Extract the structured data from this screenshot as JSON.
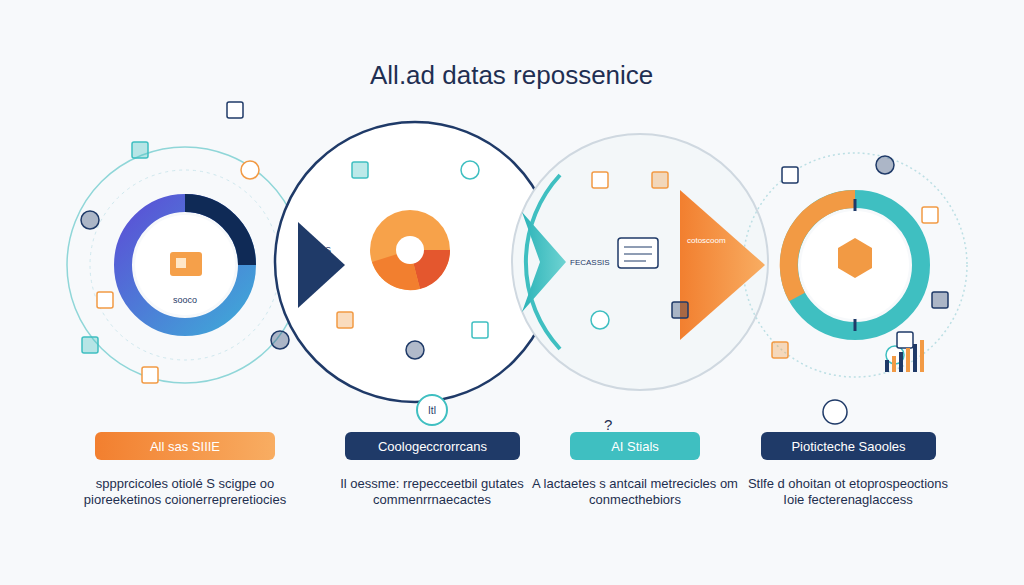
{
  "diagram": {
    "title": "All.ad datas repossenice",
    "nodes": [
      {
        "text": [
          "All sas SIIIE"
        ]
      },
      {
        "text": [
          "Coologeccrorrcans"
        ]
      },
      {
        "text": [
          "AI Stials"
        ]
      },
      {
        "text": [
          "Pioticteche Saooles"
        ]
      }
    ],
    "labels": [
      "sooco",
      "HCS",
      "FECASSIS",
      "cotoscoom",
      "?",
      "ItI",
      "sppprcicoles otiolé S scigpe oo pioreeketinos coionerrepreretiocies",
      "Il oessme: rrepecceetbil gutates commenrrnaecactes",
      "A lactaetes s antcail metrecicles om conmecthebiors",
      "Stlfe d ohoitan ot etoprospeoctions Ioie fecterenaglaccess"
    ]
  }
}
